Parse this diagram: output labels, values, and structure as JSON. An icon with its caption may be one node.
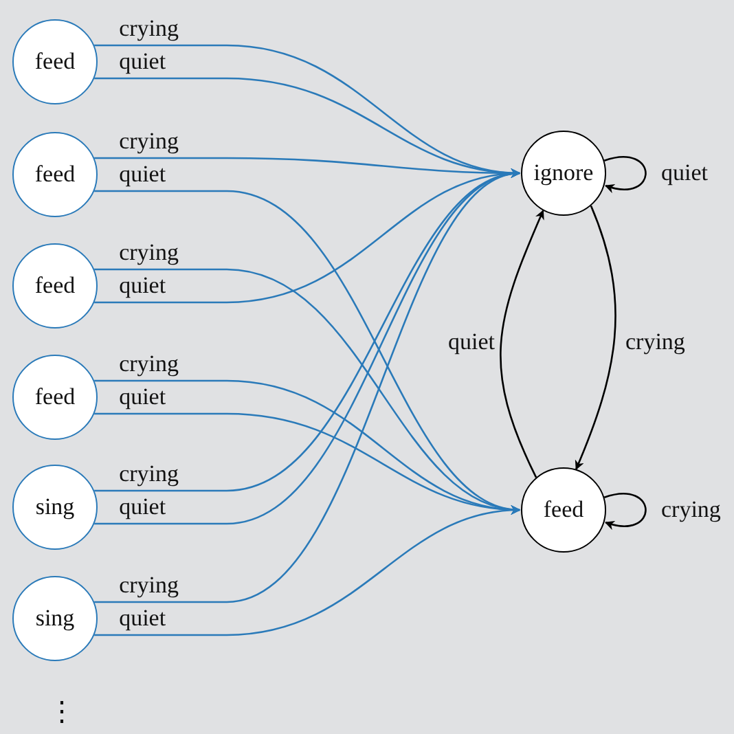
{
  "diagram": {
    "nodes": [
      {
        "text": [
          "feed"
        ]
      },
      {
        "text": [
          "feed"
        ]
      },
      {
        "text": [
          "feed"
        ]
      },
      {
        "text": [
          "feed"
        ]
      },
      {
        "text": [
          "sing"
        ]
      },
      {
        "text": [
          "sing"
        ]
      },
      {
        "text": [
          "ignore"
        ]
      },
      {
        "text": [
          "feed"
        ]
      }
    ],
    "edges": [
      {
        "from": 0,
        "to": 6,
        "arrow": "to",
        "label": "crying"
      },
      {
        "from": 0,
        "to": 6,
        "arrow": "to",
        "label": "quiet"
      },
      {
        "from": 1,
        "to": 6,
        "arrow": "to",
        "label": "crying"
      },
      {
        "from": 1,
        "to": 7,
        "arrow": "to",
        "label": "quiet"
      },
      {
        "from": 2,
        "to": 7,
        "arrow": "to",
        "label": "crying"
      },
      {
        "from": 2,
        "to": 6,
        "arrow": "to",
        "label": "quiet"
      },
      {
        "from": 3,
        "to": 7,
        "arrow": "to",
        "label": "crying"
      },
      {
        "from": 3,
        "to": 7,
        "arrow": "to",
        "label": "quiet"
      },
      {
        "from": 4,
        "to": 6,
        "arrow": "to",
        "label": "crying"
      },
      {
        "from": 4,
        "to": 6,
        "arrow": "to",
        "label": "quiet"
      },
      {
        "from": 5,
        "to": 6,
        "arrow": "to",
        "label": "crying"
      },
      {
        "from": 5,
        "to": 7,
        "arrow": "to",
        "label": "quiet"
      },
      {
        "from": 6,
        "to": 6,
        "arrow": "to",
        "label": "quiet",
        "color": "#000000"
      },
      {
        "from": 6,
        "to": 7,
        "arrow": "to",
        "label": "crying",
        "color": "#000000"
      },
      {
        "from": 7,
        "to": 6,
        "arrow": "to",
        "label": "quiet",
        "color": "#000000"
      },
      {
        "from": 7,
        "to": 7,
        "arrow": "to",
        "label": "crying",
        "color": "#000000"
      }
    ],
    "labels": [
      "⋮"
    ]
  }
}
